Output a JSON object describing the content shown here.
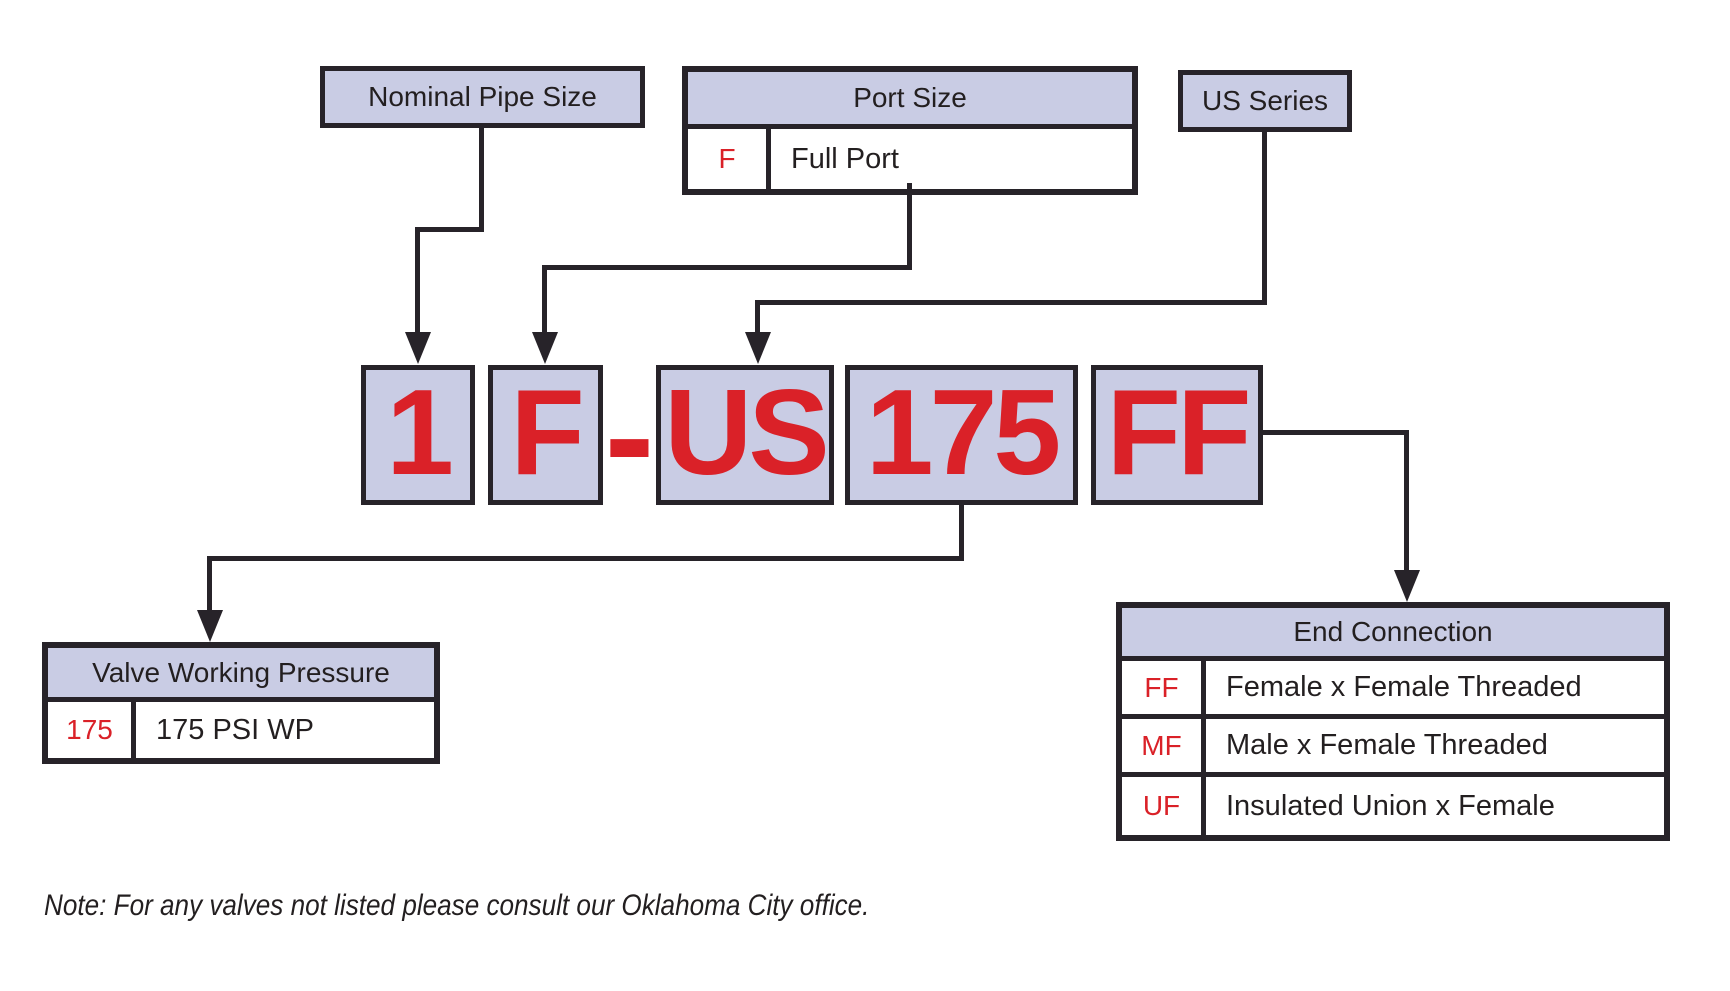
{
  "colors": {
    "background": "#ffffff",
    "box_fill": "#c9cce4",
    "border": "#272329",
    "code_red": "#da2128",
    "text": "#231f20"
  },
  "nominal_pipe_size": {
    "title": "Nominal Pipe Size"
  },
  "port_size": {
    "title": "Port Size",
    "rows": [
      {
        "code": "F",
        "label": "Full Port"
      }
    ]
  },
  "us_series": {
    "title": "US Series"
  },
  "model_code": {
    "segments": [
      "1",
      "F",
      "US",
      "175",
      "FF"
    ],
    "separator": "-"
  },
  "valve_working_pressure": {
    "title": "Valve Working Pressure",
    "rows": [
      {
        "code": "175",
        "label": "175 PSI WP"
      }
    ]
  },
  "end_connection": {
    "title": "End Connection",
    "rows": [
      {
        "code": "FF",
        "label": "Female x Female Threaded"
      },
      {
        "code": "MF",
        "label": "Male x Female Threaded"
      },
      {
        "code": "UF",
        "label": "Insulated Union x Female"
      }
    ]
  },
  "note": {
    "text": "Note: For any valves not listed please consult our Oklahoma City office."
  }
}
